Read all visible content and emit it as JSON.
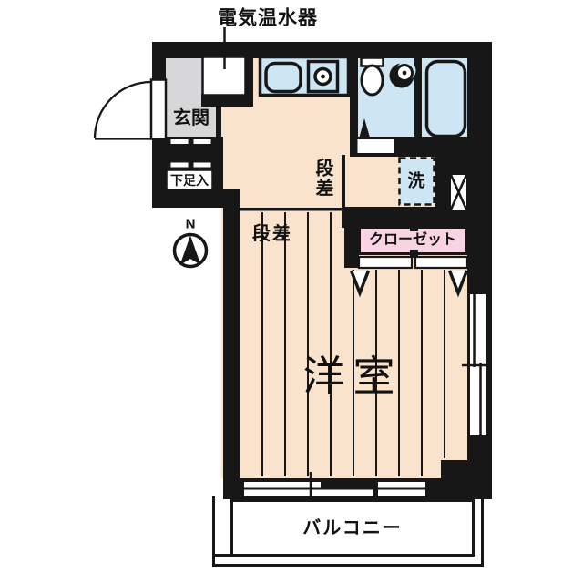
{
  "colors": {
    "wall": "#171717",
    "floor": "#fae3cd",
    "water": "#cee6f4",
    "genkan": "#d7d7d9",
    "closet": "#f8d3e1"
  },
  "floorplan": {
    "heater_label": "電気温水器",
    "entrance_label": "玄関",
    "shoe_cabinet_label": "下足入",
    "step_label_hall": "段差",
    "step_label_room": "段差",
    "washing_machine_label": "洗",
    "closet_label": "クローゼット",
    "main_room_label": "洋室",
    "balcony_label": "バルコニー",
    "compass_north_label": "N"
  }
}
